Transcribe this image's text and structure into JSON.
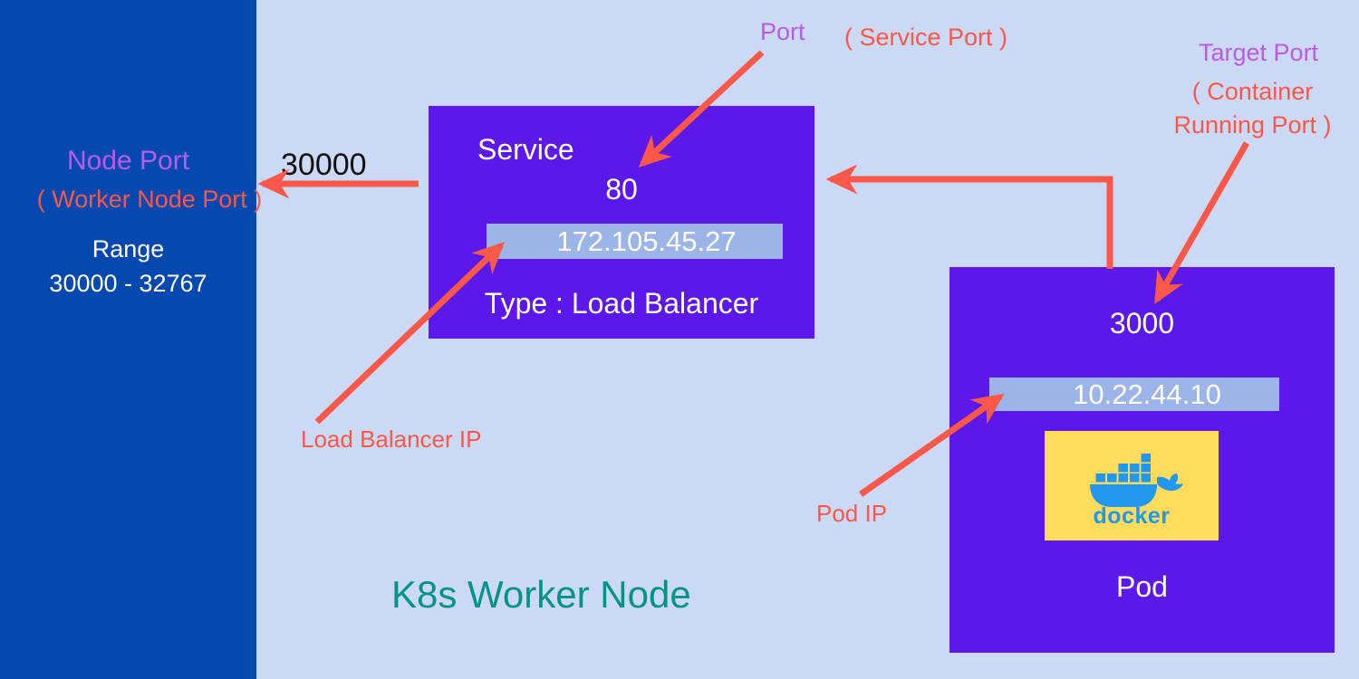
{
  "diagram": {
    "title": "K8s Worker Node",
    "colors": {
      "background": "#ccd9f5",
      "node_sidebar": "#0448b0",
      "box_purple": "#5b18e8",
      "ip_bar": "#9cb5e9",
      "arrow_red": "#fb584a",
      "annotation_purple": "#b85ce8",
      "title_teal": "#009387",
      "docker_yellow": "#fddc5c",
      "docker_blue": "#2396ed"
    }
  },
  "node_panel": {
    "node_port_label": "Node Port",
    "worker_node_port_note": "( Worker Node Port )",
    "range_title": "Range",
    "range_value": "30000 - 32767"
  },
  "nodeport": {
    "value": "30000"
  },
  "service": {
    "title": "Service",
    "port": "80",
    "ip": "172.105.45.27",
    "type": "Type : Load Balancer"
  },
  "pod": {
    "port": "3000",
    "ip": "10.22.44.10",
    "label": "Pod",
    "container_logo": "docker-logo",
    "container_wordmark": "docker"
  },
  "annotations": {
    "port_label": "Port",
    "service_port_note": "( Service Port )",
    "target_port_label": "Target Port",
    "target_port_note": "( Container Running Port )",
    "load_balancer_ip_label": "Load Balancer IP",
    "pod_ip_label": "Pod IP"
  }
}
